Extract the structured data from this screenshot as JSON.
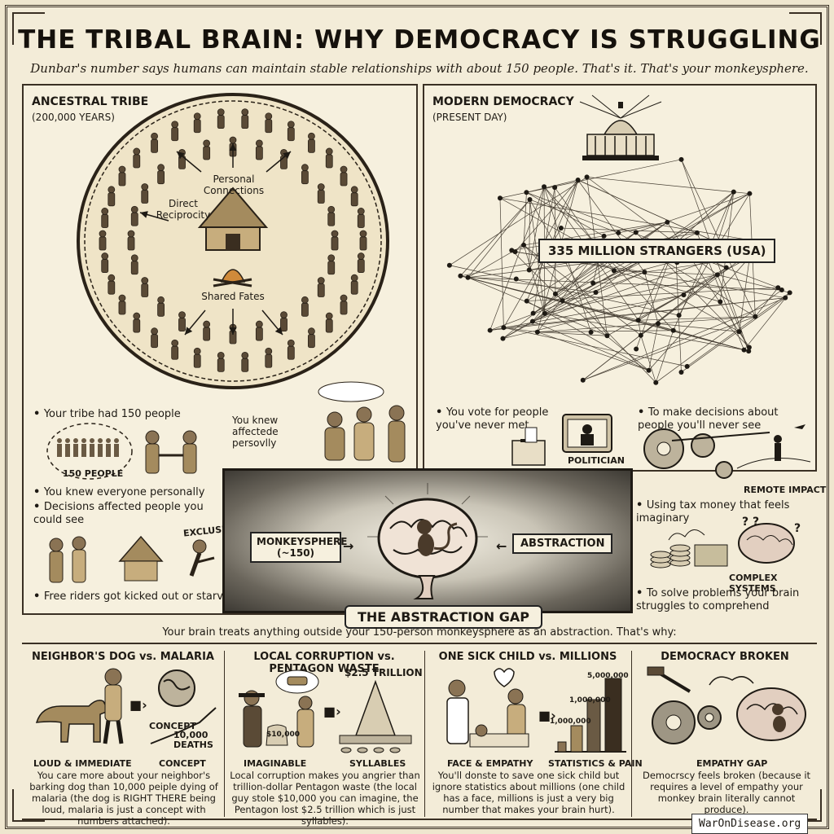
{
  "header": {
    "title": "THE TRIBAL BRAIN: WHY DEMOCRACY IS STRUGGLING",
    "subtitle": "Dunbar's number says humans can maintain stable relationships with about 150 people. That's it. That's your monkeysphere."
  },
  "tribe": {
    "heading": "ANCESTRAL TRIBE",
    "era": "(200,000 YEARS)",
    "labels": {
      "personal": "Personal Connections",
      "direct": "Direct Reciprocity",
      "shared": "Shared Fates"
    },
    "bullets": {
      "b1": "Your tribe had 150 people",
      "people": "150 PEOPLE",
      "b2": "You knew everyone personally",
      "b3": "Decisions affected people you could see",
      "knew": "You knew affectede persovlly",
      "exclusion": "EXCLUSION",
      "b4": "Free riders got kicked out or starved"
    }
  },
  "democracy": {
    "heading": "MODERN DEMOCRACY",
    "era": "(PRESENT DAY)",
    "strangers": "335 MILLION STRANGERS (USA)",
    "bullets": {
      "vote": "You vote for people you've never met",
      "politician": "POLITICIAN",
      "decide": "To make decisions about people you'll never see",
      "remote": "REMOTE IMPACT",
      "tax": "Using tax money that feels imaginary",
      "complex": "COMPLEX SYSTEMS",
      "solve": "To solve problems your brain struggles to comprehend"
    }
  },
  "center": {
    "monkeysphere": "MONKEYSPHERE (~150)",
    "abstraction": "ABSTRACTION",
    "gap_title": "THE ABSTRACTION GAP",
    "explain": "Your brain treats anything outside your 150-person monkeysphere as an abstraction. That's why:"
  },
  "columns": [
    {
      "title": "NEIGHBOR'S DOG vs. MALARIA",
      "left_label": "LOUD & IMMEDIATE",
      "right_label": "CONCEPT",
      "extra1": "CONCEPT",
      "extra2": "10,000 DEATHS",
      "text": "You care more about your neighbor's barking dog than 10,000 peiple dying of malaria (the dog is RIGHT THERE being loud, malaria is just a concept with numbers attached)."
    },
    {
      "title": "LOCAL CORRUPTION vs. PENTAGON WASTE",
      "left_label": "IMAGINABLE",
      "right_label": "SYLLABLES",
      "extra1": "$2.5 TRILLION",
      "extra2": "$10,000",
      "text": "Local corruption makes you angrier than trillion-dollar Pentagon waste (the local guy stole $10,000 you can imagine, the Pentagon lost $2.5 trillion which is just syllables)."
    },
    {
      "title": "ONE SICK CHILD vs. MILLIONS",
      "left_label": "FACE & EMPATHY",
      "right_label": "STATISTICS & PAIN",
      "extra1": "5,000,000",
      "extra2": "1,000,000",
      "extra3": "1,000,000",
      "text": "You'll donste to save one sick child but ignore statistics about millions (one child has a face, millions is just a very big number that makes your brain hurt)."
    },
    {
      "title": "DEMOCRACY BROKEN",
      "left_label": "EMPATHY GAP",
      "text": "Democrscy feels broken (because it requires a level of empathy your monkey brain literally cannot produce)."
    }
  ],
  "brand": "WarOnDisease.org",
  "colors": {
    "ink": "#1e1a14",
    "paper": "#f3ecd8",
    "accent": "#8a6d3b"
  }
}
